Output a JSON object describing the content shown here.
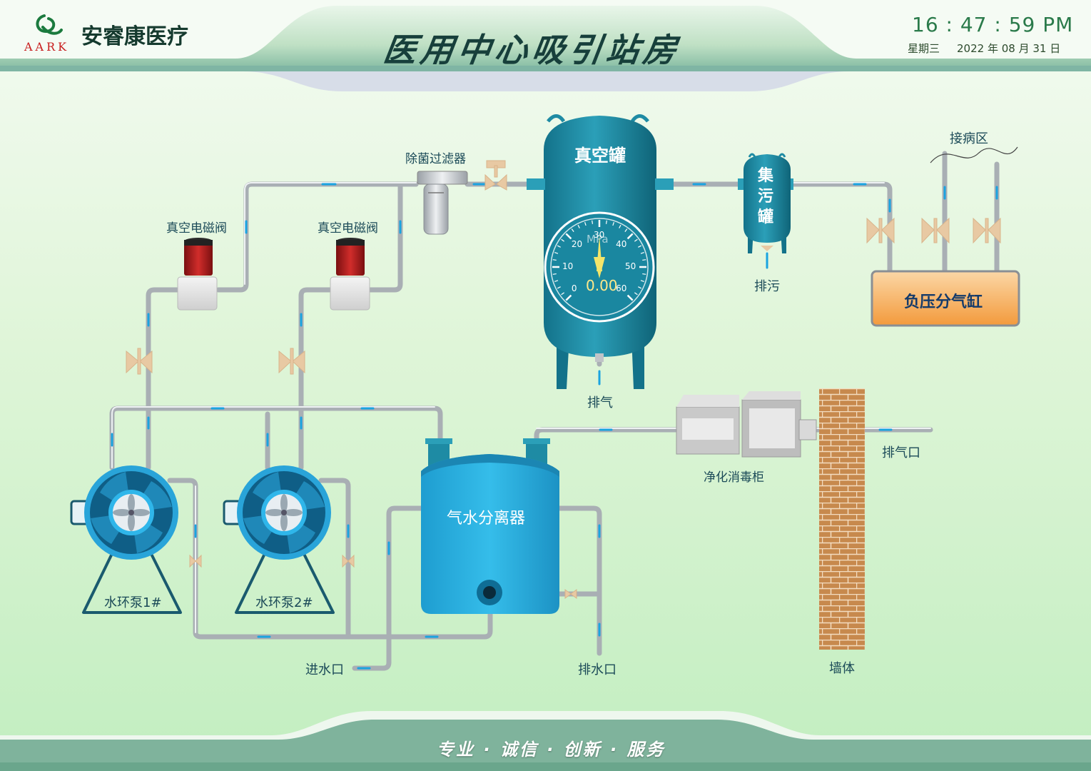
{
  "header": {
    "brand_name": "安睿康医疗",
    "brand_abbr": "AARK",
    "title": "医用中心吸引站房",
    "time": "16 : 47 : 59  PM",
    "weekday": "星期三",
    "date": "2022 年 08 月 31 日"
  },
  "equipment": {
    "vacuum_tank": "真空罐",
    "filter": "除菌过滤器",
    "solenoid_1": "真空电磁阀",
    "solenoid_2": "真空电磁阀",
    "sewage_tank": [
      "集",
      "污",
      "罐"
    ],
    "sewage_drain": "排污",
    "exhaust_bottom": "排气",
    "patient_area": "接病区",
    "cylinder": "负压分气缸",
    "separator": "气水分离器",
    "pump_1": "水环泵1#",
    "pump_2": "水环泵2#",
    "water_inlet": "进水口",
    "water_outlet": "排水口",
    "purifier": "净化消毒柜",
    "exhaust_port": "排气口",
    "wall": "墙体"
  },
  "gauge": {
    "unit": "MPa",
    "value": "0.00",
    "ticks": [
      "0",
      "10",
      "20",
      "30",
      "40",
      "50",
      "60"
    ],
    "min": 0,
    "max": 60,
    "needle_value": 30
  },
  "footer": {
    "slogan": "专业 · 诚信 · 创新 · 服务"
  },
  "colors": {
    "tank": "#1e8ba4",
    "separator": "#29b0e0",
    "cylinder": "#f6a350",
    "valve": "#e8c9a3",
    "pipe": "#bfc4c8",
    "flow": "#1aa3e0",
    "brick": "#c7894d"
  }
}
